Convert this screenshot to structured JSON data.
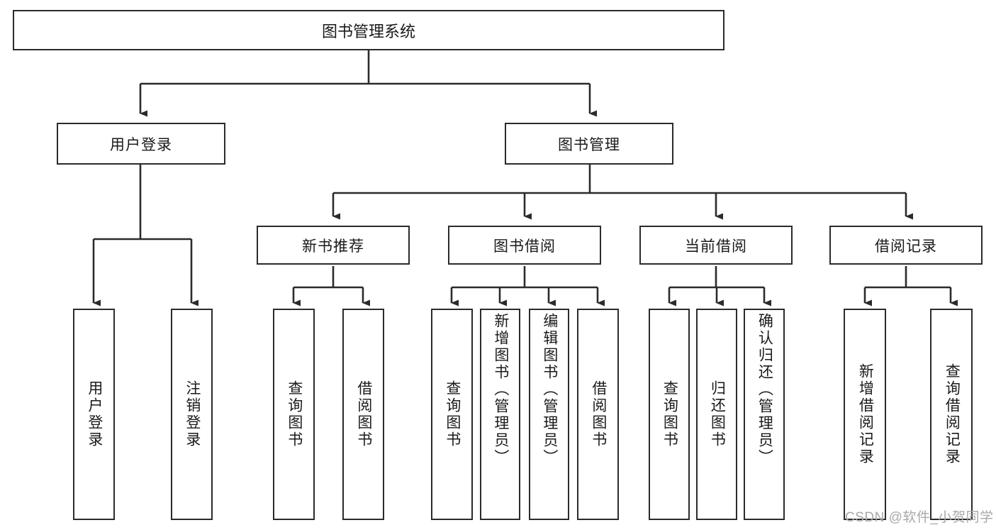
{
  "diagram": {
    "type": "hierarchy-tree",
    "title": "图书管理系统",
    "root": {
      "label": "图书管理系统"
    },
    "level2": [
      {
        "label": "用户登录"
      },
      {
        "label": "图书管理"
      }
    ],
    "level3": [
      {
        "label": "新书推荐"
      },
      {
        "label": "图书借阅"
      },
      {
        "label": "当前借阅"
      },
      {
        "label": "借阅记录"
      }
    ],
    "leaves": {
      "user_login": [
        {
          "label": "用户登录"
        },
        {
          "label": "注销登录"
        }
      ],
      "new_book_recommend": [
        {
          "label": "查询图书"
        },
        {
          "label": "借阅图书"
        }
      ],
      "book_borrow": [
        {
          "label": "查询图书"
        },
        {
          "label": "新增图书（管理员）"
        },
        {
          "label": "编辑图书（管理员）"
        },
        {
          "label": "借阅图书"
        }
      ],
      "current_borrow": [
        {
          "label": "查询图书"
        },
        {
          "label": "归还图书"
        },
        {
          "label": "确认归还（管理员）"
        }
      ],
      "borrow_record": [
        {
          "label": "新增借阅记录"
        },
        {
          "label": "查询借阅记录"
        }
      ]
    },
    "watermark": "CSDN @软件_小贺同学",
    "colors": {
      "stroke": "#2b2b2b",
      "text": "#1a1a1a",
      "background": "#ffffff",
      "watermark": "#a8a8a8"
    }
  }
}
